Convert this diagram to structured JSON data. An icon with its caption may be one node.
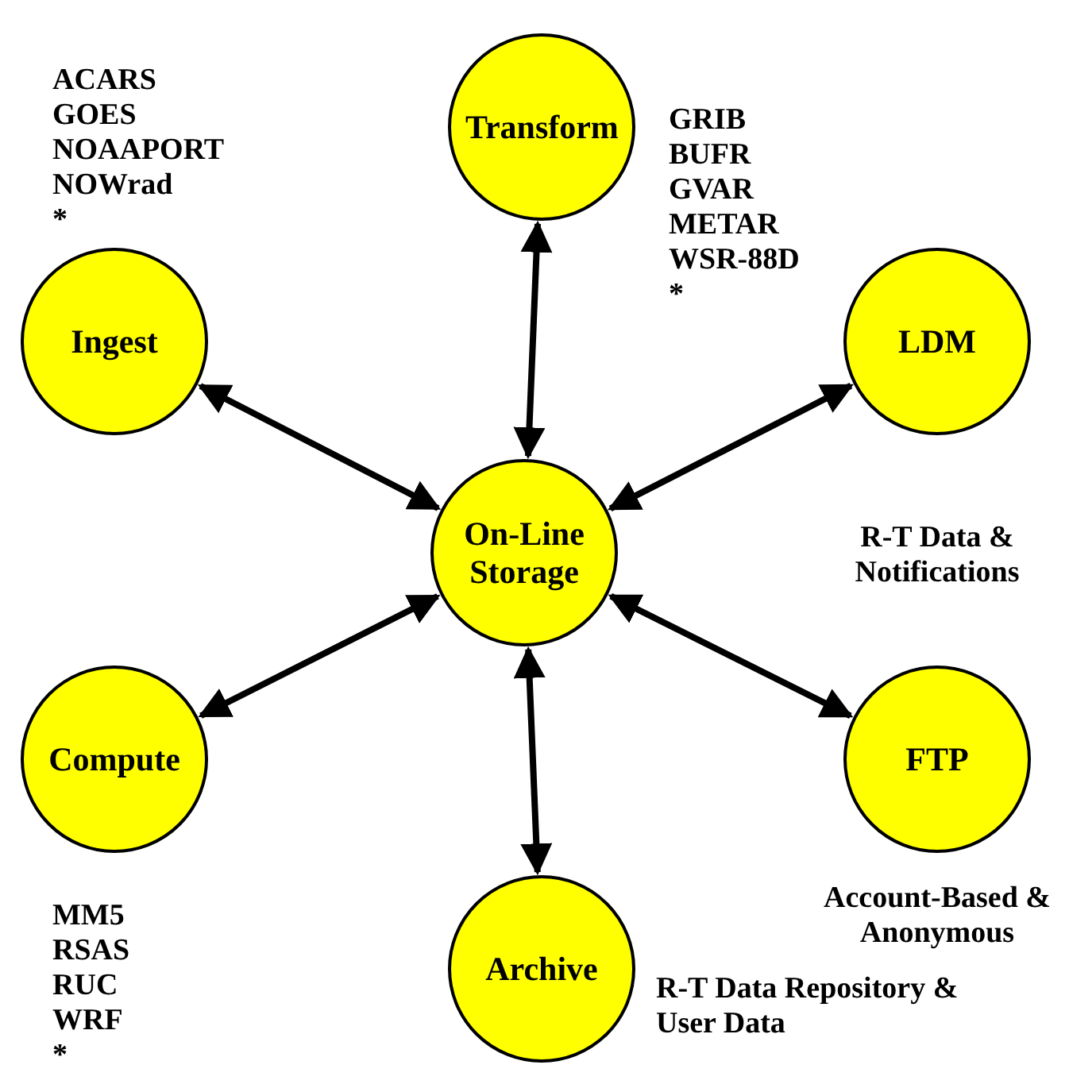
{
  "diagram": {
    "nodes": [
      {
        "text": [
          "Transform"
        ],
        "beside": [
          "GRIB",
          "BUFR",
          "GVAR",
          "METAR",
          "WSR-88D",
          "*"
        ]
      },
      {
        "text": [
          "Ingest"
        ],
        "beside": [
          "ACARS",
          "GOES",
          "NOAAPORT",
          "NOWrad",
          "*"
        ]
      },
      {
        "text": [
          "LDM"
        ],
        "beside": [
          "R-T Data & Notifications"
        ]
      },
      {
        "text": [
          "On-Line Storage"
        ]
      },
      {
        "text": [
          "Compute"
        ],
        "beside": [
          "MM5",
          "RSAS",
          "RUC",
          "WRF",
          "*"
        ]
      },
      {
        "text": [
          "FTP"
        ],
        "beside": [
          "Account-Based & Anonymous"
        ]
      },
      {
        "text": [
          "Archive"
        ],
        "beside": [
          "R-T Data Repository & User Data"
        ]
      }
    ],
    "edges": [
      {
        "from": 3,
        "to": 0,
        "arrow": "both"
      },
      {
        "from": 3,
        "to": 1,
        "arrow": "both"
      },
      {
        "from": 3,
        "to": 2,
        "arrow": "both"
      },
      {
        "from": 3,
        "to": 4,
        "arrow": "both"
      },
      {
        "from": 3,
        "to": 5,
        "arrow": "both"
      },
      {
        "from": 3,
        "to": 6,
        "arrow": "both"
      }
    ]
  }
}
